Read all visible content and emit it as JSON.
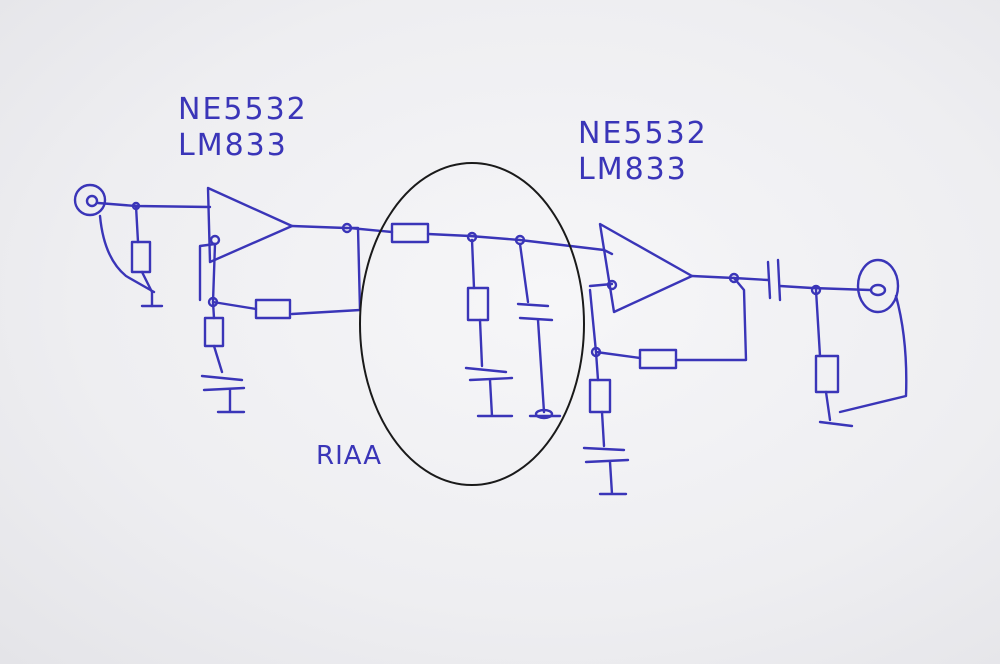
{
  "colors": {
    "ink": "#3a35b8",
    "pencil": "#1a1a1a",
    "paper": "#f3f3f5"
  },
  "stage1": {
    "line1": "NE5532",
    "line2": "LM833"
  },
  "stage2": {
    "line1": "NE5532",
    "line2": "LM833"
  },
  "riaa_label": "RIAA"
}
